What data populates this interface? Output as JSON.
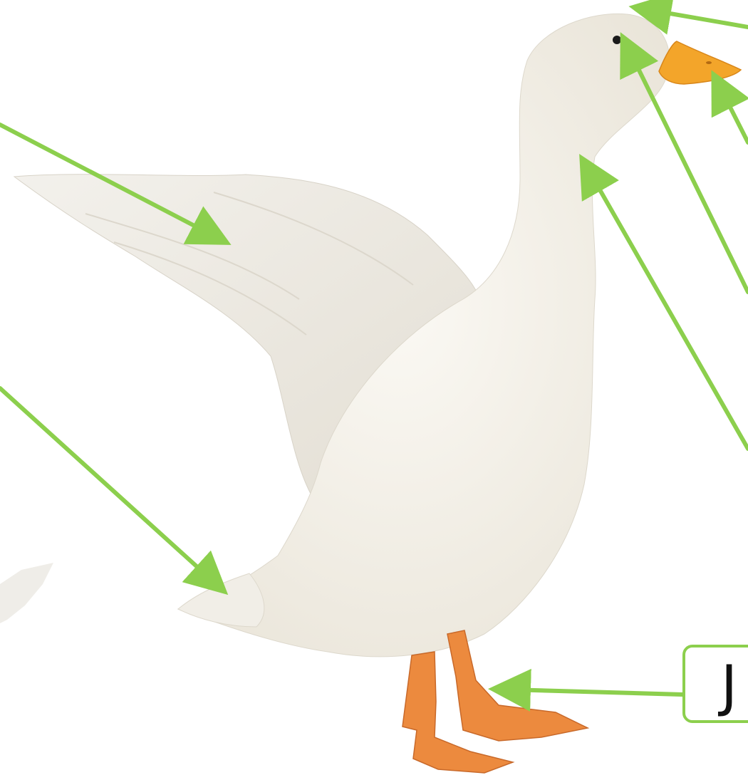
{
  "diagram": {
    "subject": "duck-illustration",
    "colors": {
      "arrow": "#8ccf4d",
      "body": "#f5f2ec",
      "body_shade": "#e4dfd4",
      "beak": "#f3a52a",
      "feet": "#ec8a3e",
      "eye": "#1a1a1a",
      "label_border": "#8ccf4d",
      "label_text": "#111111"
    },
    "labels": [
      {
        "id": "feet",
        "text": "J"
      }
    ],
    "arrows": [
      "head-top",
      "eye",
      "beak",
      "neck",
      "wing",
      "tail",
      "feet"
    ]
  }
}
